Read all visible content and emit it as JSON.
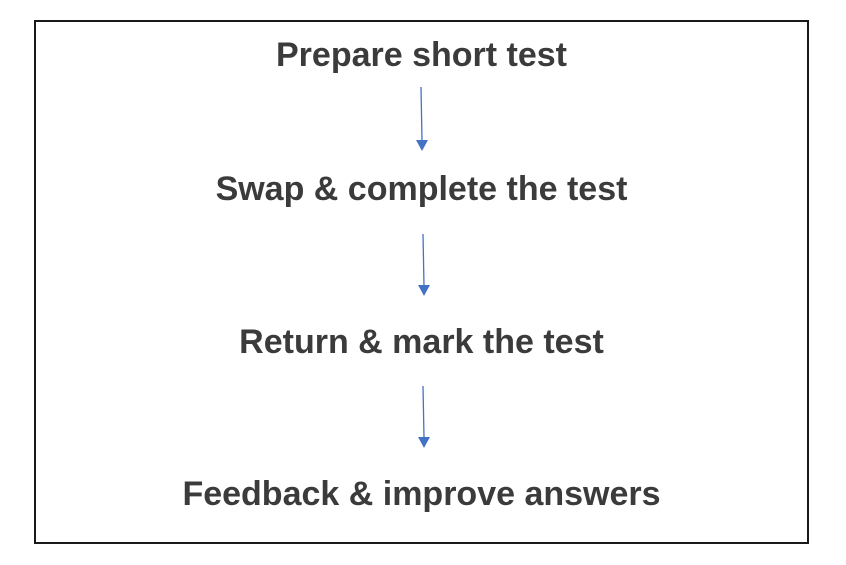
{
  "flow": {
    "steps": [
      {
        "label": "Prepare short test"
      },
      {
        "label": "Swap & complete the test"
      },
      {
        "label": "Return & mark the test"
      },
      {
        "label": "Feedback & improve answers"
      }
    ],
    "arrow_color": "#4472c4",
    "text_color": "#3b3b3b",
    "border_color": "#1a1a1a"
  }
}
